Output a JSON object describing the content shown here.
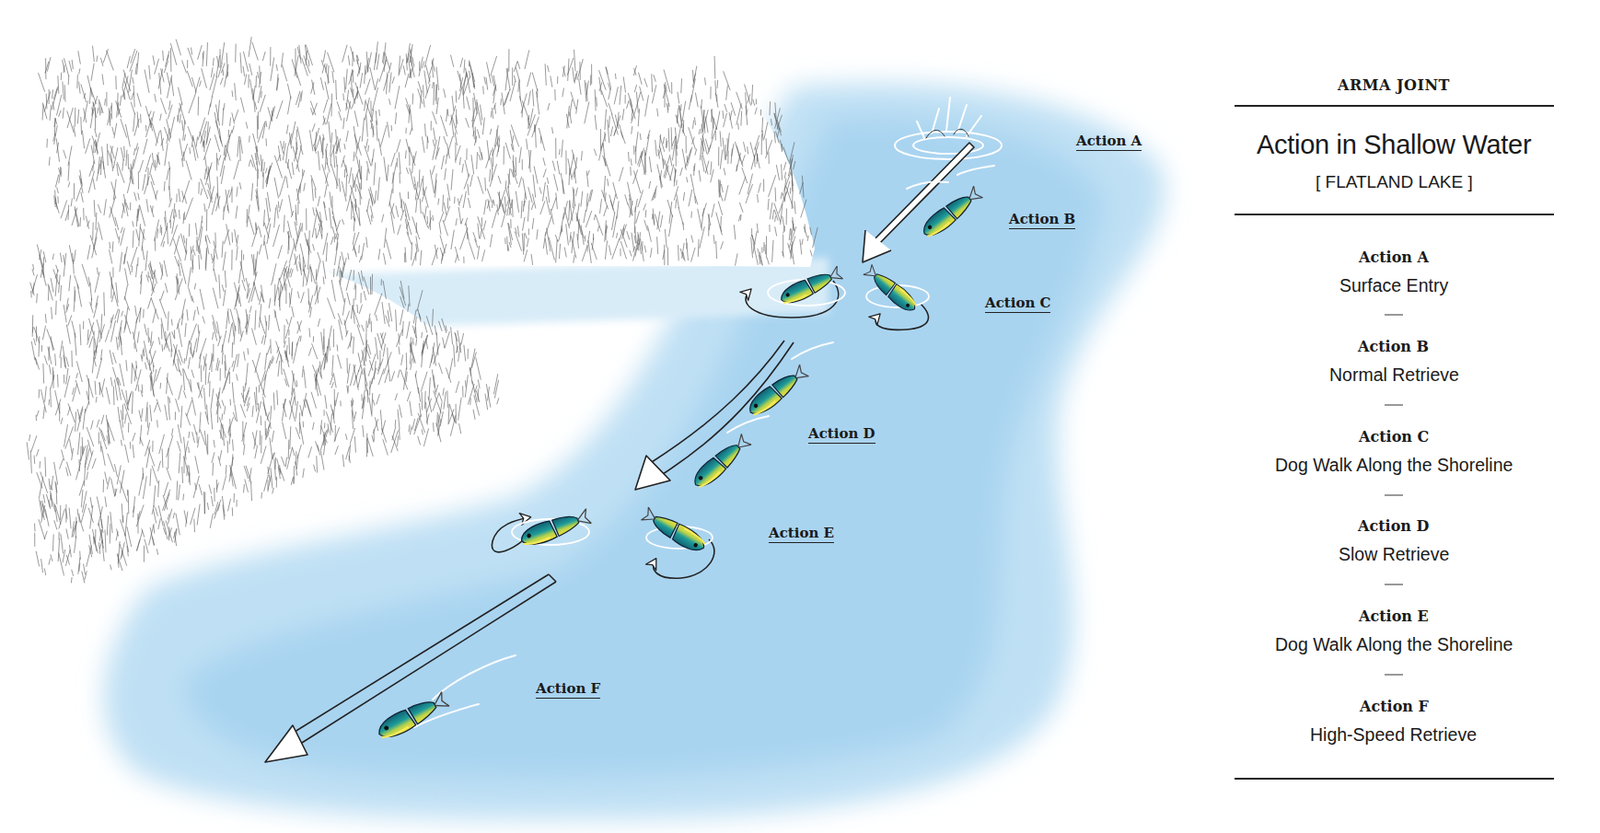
{
  "diagram": {
    "title": "Action in Shallow Water",
    "labels": [
      "ARMA JOINT",
      "[ FLATLAND LAKE ]",
      "Action A",
      "Action B",
      "Action C",
      "Action D",
      "Action E",
      "Action F",
      "Action A",
      "Surface Entry",
      "Action B",
      "Normal Retrieve",
      "Action C",
      "Dog Walk Along the Shoreline",
      "Action D",
      "Slow Retrieve",
      "Action E",
      "Dog Walk Along the Shoreline",
      "Action F",
      "High-Speed Retrieve"
    ]
  }
}
